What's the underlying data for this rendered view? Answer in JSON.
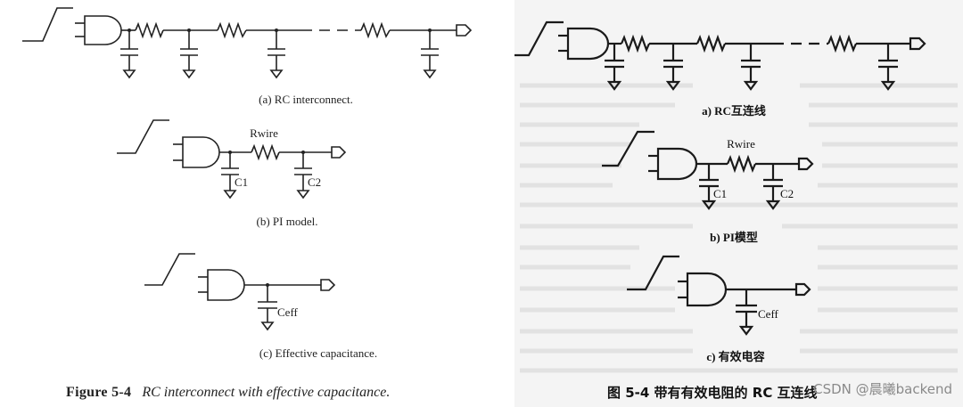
{
  "left_figure": {
    "caption_a": "(a) RC interconnect.",
    "caption_b": "(b) PI model.",
    "caption_c": "(c) Effective capacitance.",
    "label_rwire": "Rwire",
    "label_c1": "C1",
    "label_c2": "C2",
    "label_ceff": "Ceff",
    "figure_number": "Figure 5-4",
    "figure_title": "RC interconnect with effective capacitance."
  },
  "right_figure": {
    "caption_a": "a) RC互连线",
    "caption_b": "b) PI模型",
    "caption_c": "c) 有效电容",
    "label_rwire": "Rwire",
    "label_c1": "C1",
    "label_c2": "C2",
    "label_ceff": "Ceff",
    "figure_title": "图 5-4    带有有效电阻的 RC 互连线"
  },
  "watermark": "CSDN @晨曦backend"
}
